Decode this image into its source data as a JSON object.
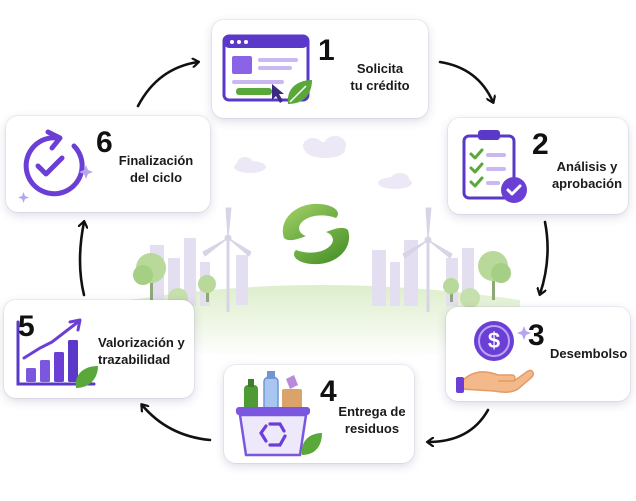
{
  "colors": {
    "accent": "#6b3fd6",
    "accent_light": "#b9a5ef",
    "green": "#5aa83a",
    "green_light": "#a9d36a",
    "arrow": "#111111"
  },
  "steps": [
    {
      "number": "1",
      "label": "Solicita\ntu crédito",
      "icon": "application-form-icon"
    },
    {
      "number": "2",
      "label": "Análisis y\naprobación",
      "icon": "clipboard-checklist-icon"
    },
    {
      "number": "3",
      "label": "Desembolso",
      "icon": "hand-dollar-coin-icon"
    },
    {
      "number": "4",
      "label": "Entrega de\nresiduos",
      "icon": "recycling-bin-icon"
    },
    {
      "number": "5",
      "label": "Valorización y\ntrazabilidad",
      "icon": "growth-chart-icon"
    },
    {
      "number": "6",
      "label": "Finalización\ndel ciclo",
      "icon": "cycle-check-icon"
    }
  ],
  "center": {
    "logo_icon": "green-s-logo-icon",
    "background_icon": "city-wind-turbines-icon"
  }
}
